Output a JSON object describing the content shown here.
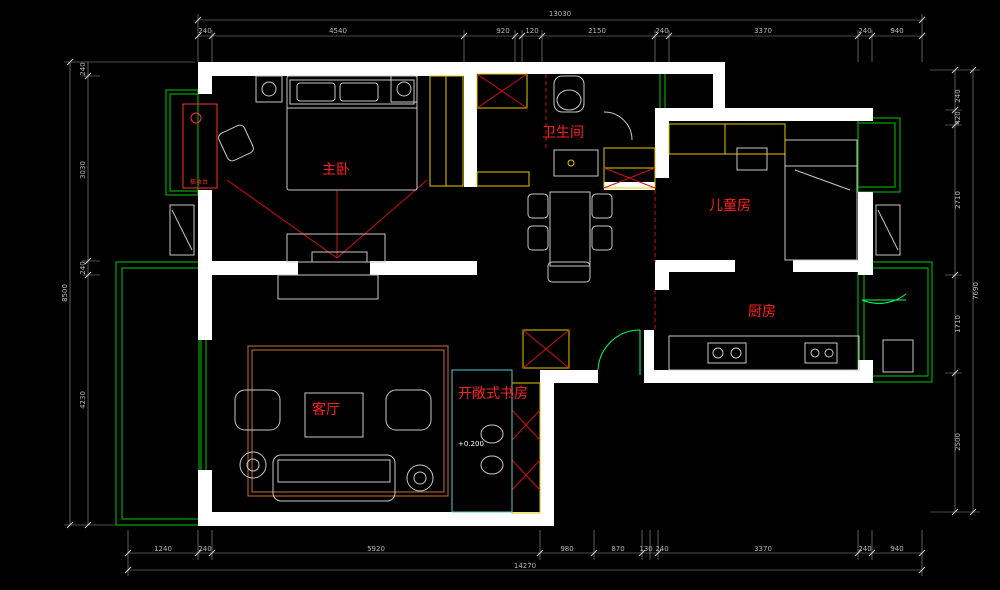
{
  "rooms": {
    "master_bedroom": "主卧",
    "bathroom": "卫生间",
    "kids_room": "儿童房",
    "kitchen": "厨房",
    "living_room": "客厅",
    "study": "开敞式书房",
    "desk": "梳妆台"
  },
  "elevation": "+0.200",
  "dims": {
    "top_total": "13030",
    "top": [
      "240",
      "4540",
      "920",
      "120",
      "2150",
      "240",
      "3370",
      "240",
      "940"
    ],
    "bottom_total": "14270",
    "bottom": [
      "1240",
      "240",
      "5920",
      "980",
      "870",
      "130",
      "240",
      "3370",
      "240",
      "940"
    ],
    "left_total": "8500",
    "left": [
      "240",
      "3030",
      "240",
      "4230"
    ],
    "right_total": "7690",
    "right": [
      "240",
      "420",
      "2710",
      "1710",
      "2500"
    ]
  },
  "colors": {
    "wall": "#ffffff",
    "window": "#00c800",
    "furniture": "#c8c8c8",
    "cabinet": "#e6c800",
    "dimension": "#b4b4b4",
    "label": "#ff2020",
    "door": "#00ff60"
  }
}
